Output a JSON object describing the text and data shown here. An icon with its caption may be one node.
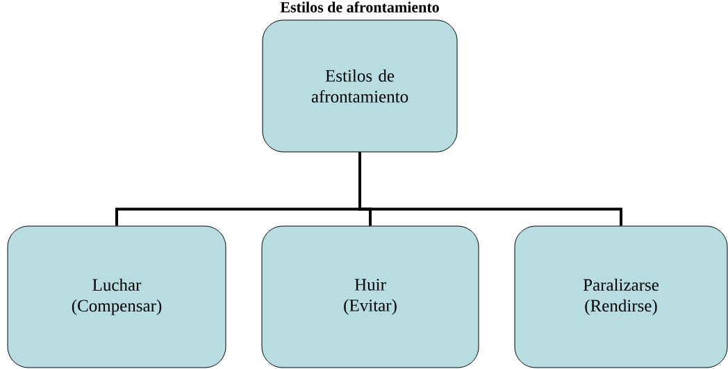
{
  "diagram": {
    "title": "Estilos de afrontamiento",
    "nodes": [
      {
        "text": [
          "Estilos de afrontamiento"
        ]
      },
      {
        "text": [
          "Luchar (Compensar)"
        ]
      },
      {
        "text": [
          "Huir (Evitar)"
        ]
      },
      {
        "text": [
          "Paralizarse (Rendirse)"
        ]
      }
    ],
    "edges": [
      {
        "from": 0,
        "to": 1,
        "arrow": "none"
      },
      {
        "from": 0,
        "to": 2,
        "arrow": "none"
      },
      {
        "from": 0,
        "to": 3,
        "arrow": "none"
      }
    ]
  }
}
